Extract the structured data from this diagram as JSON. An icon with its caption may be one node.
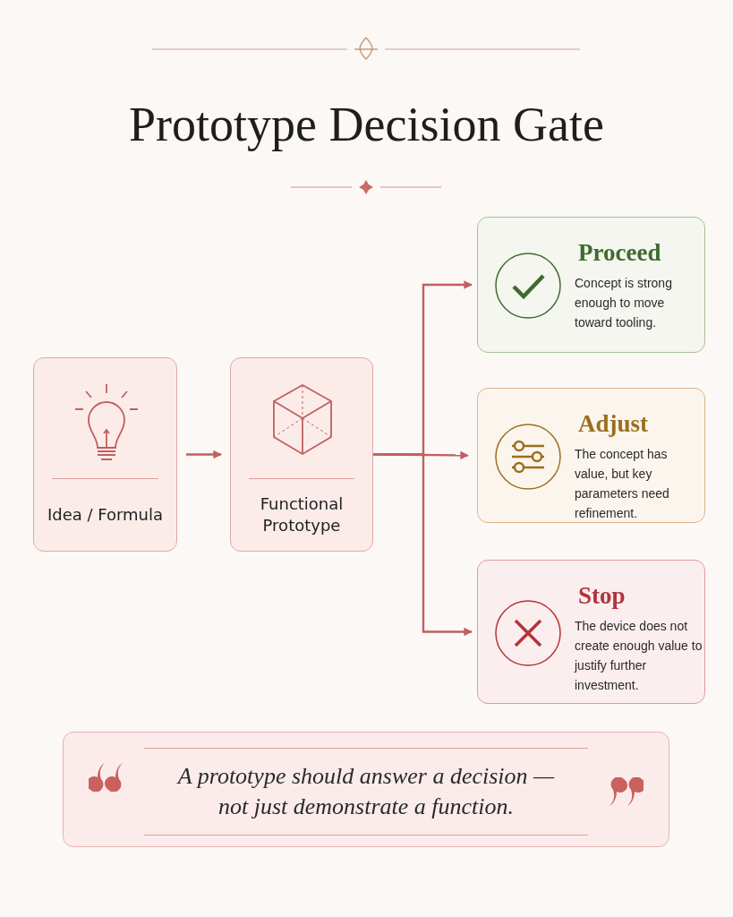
{
  "diagram": {
    "title": "Prototype Decision Gate",
    "nodes": [
      {
        "text": [
          "Idea / Formula"
        ]
      },
      {
        "text": [
          "Functional Prototype"
        ]
      },
      {
        "text": [
          "Proceed",
          "Concept is strong enough to move toward tooling."
        ]
      },
      {
        "text": [
          "Adjust",
          "The concept has value, but key parameters need refinement."
        ]
      },
      {
        "text": [
          "Stop",
          "The device does not create enough value to justify further investment."
        ]
      },
      {
        "text": [
          "A prototype should answer a decision — not just demonstrate a function."
        ]
      }
    ],
    "edges": [
      {
        "from": 0,
        "to": 1,
        "arrow": "to"
      },
      {
        "from": 1,
        "to": 2,
        "arrow": "to"
      },
      {
        "from": 1,
        "to": 3,
        "arrow": "to"
      },
      {
        "from": 1,
        "to": 4,
        "arrow": "to"
      }
    ]
  }
}
